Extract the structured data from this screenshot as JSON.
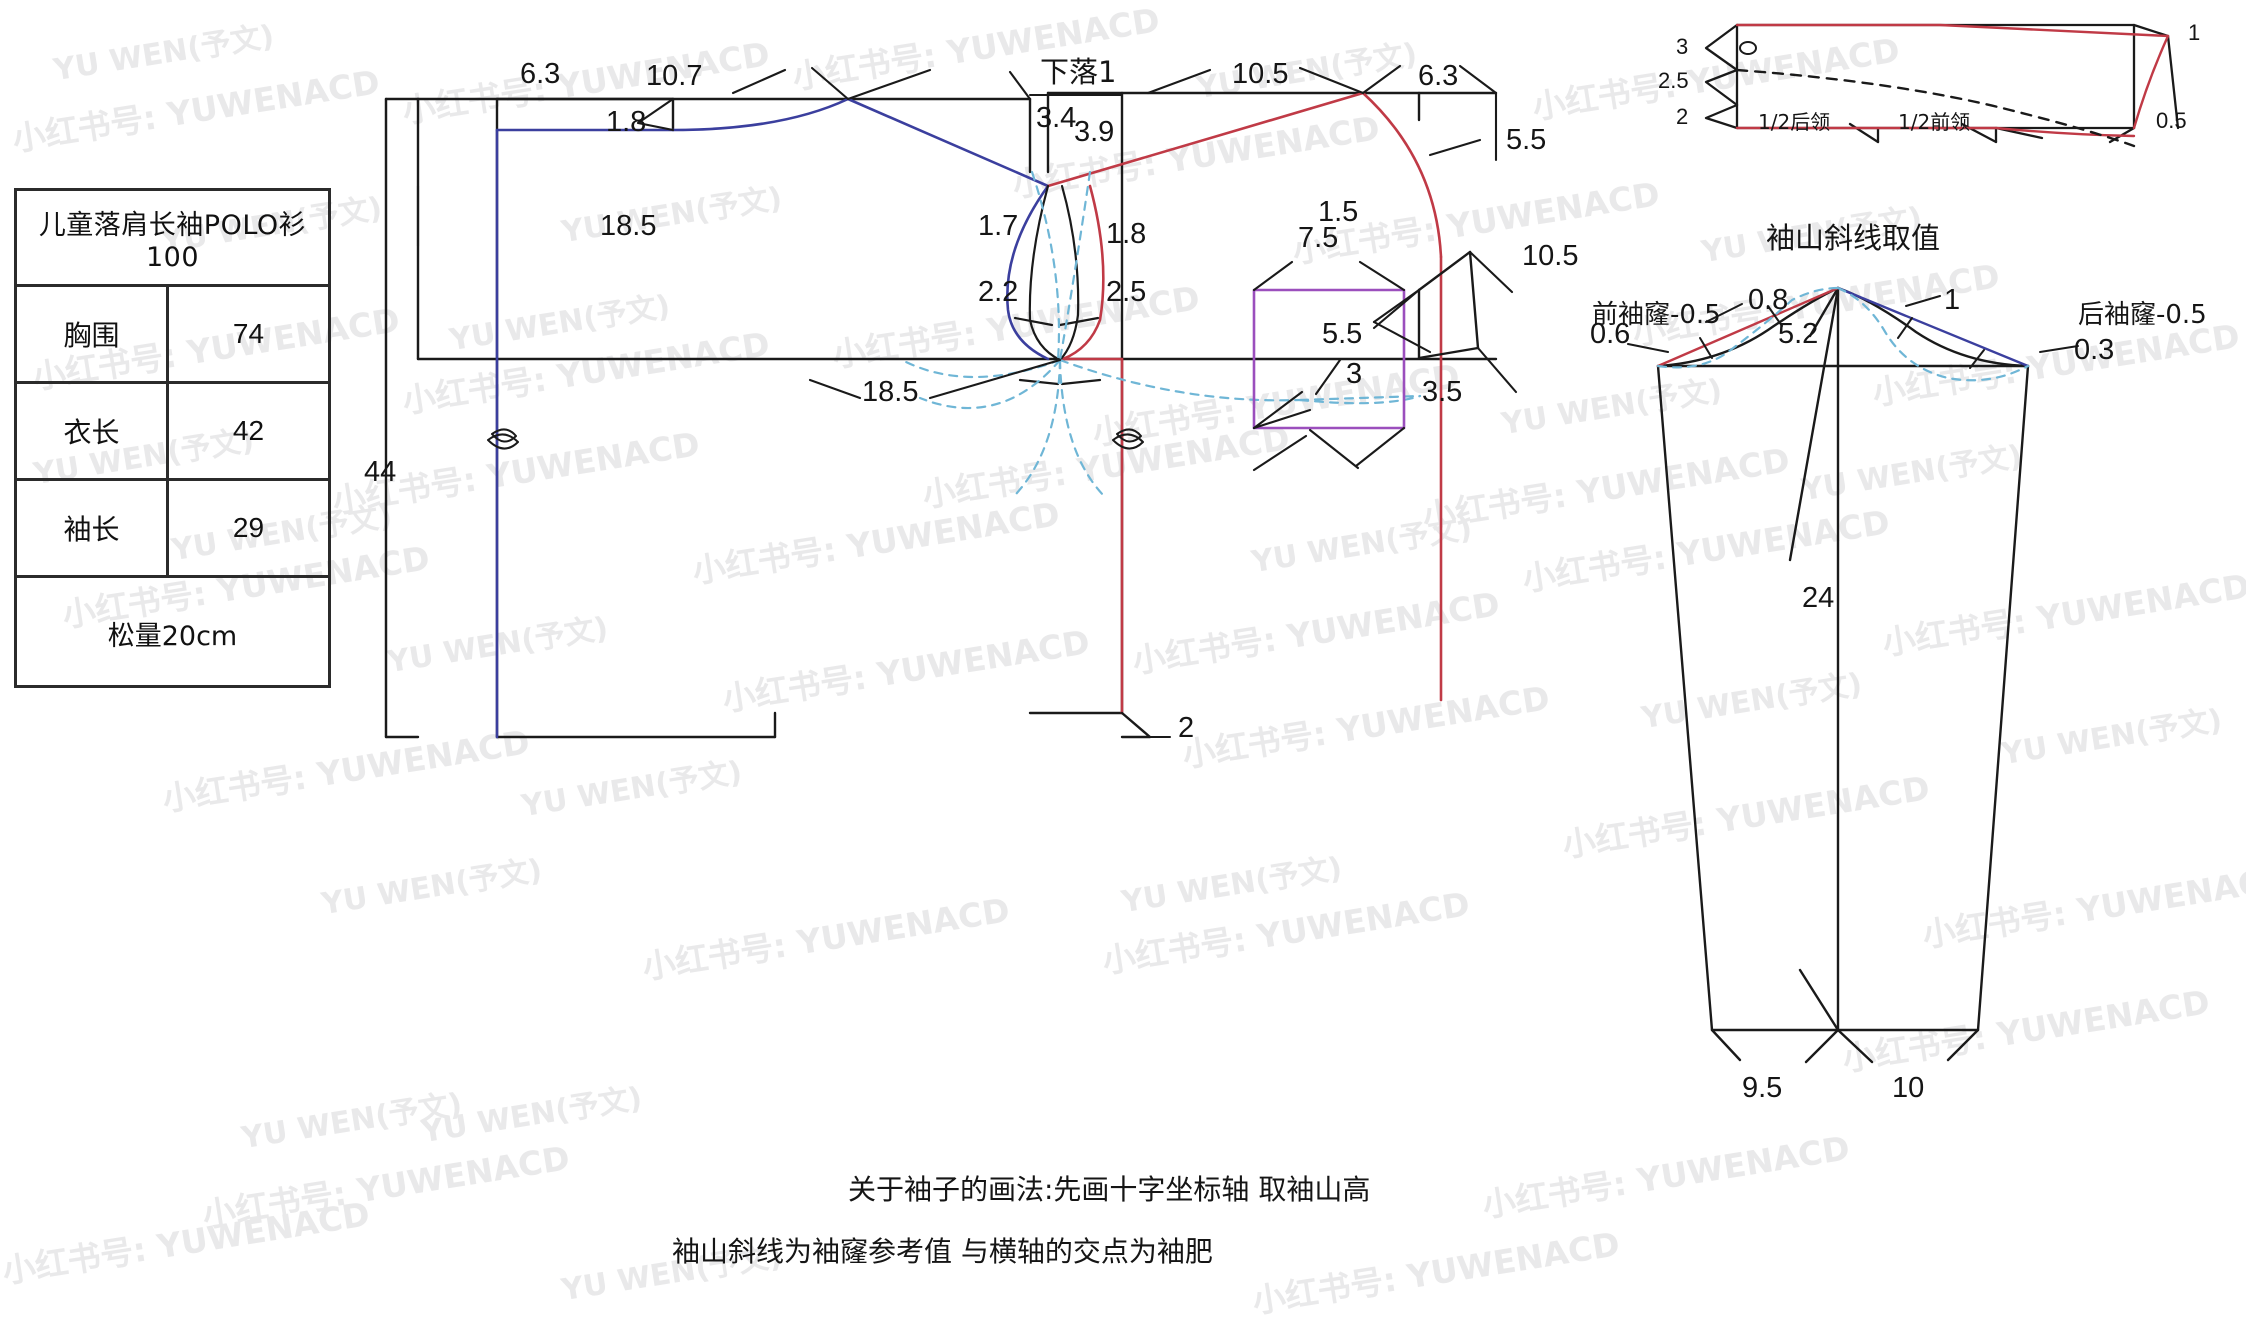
{
  "spec_table": {
    "title": "儿童落肩长袖POLO衫100",
    "rows": [
      {
        "name": "胸围",
        "value": "74"
      },
      {
        "name": "衣长",
        "value": "42"
      },
      {
        "name": "袖长",
        "value": "29"
      }
    ],
    "footer": "松量20cm"
  },
  "bodice": {
    "labels": {
      "back_shoulder": "6.3",
      "back_width": "10.7",
      "drop_note": "下落1",
      "front_width": "10.5",
      "front_shoulder": "6.3",
      "back_neck_drop": "1.8",
      "back_armhole_depth": "3.4",
      "front_armhole_depth": "3.9",
      "front_neck_drop": "5.5",
      "chest_depth": "18.5",
      "back_curve_1": "1.7",
      "back_curve_2": "2.2",
      "front_curve_1": "1.8",
      "front_curve_2": "2.5",
      "half_chest": "18.5",
      "body_length": "44",
      "hem_extend": "2",
      "placket_width": "7.5",
      "placket_height": "5.5",
      "placket_bottom": "3",
      "sleeve_cuff": "3.5",
      "sleeve_cap_offset": "1.5",
      "sleeve_length": "10.5"
    }
  },
  "collar": {
    "labels": {
      "back_collar_height": "3",
      "stand_height": "2.5",
      "front_point": "2",
      "half_back_neck": "1/2后领",
      "half_front_neck": "1/2前领",
      "tip_rise": "1",
      "front_drop": "0.5"
    }
  },
  "sleeve": {
    "title": "袖山斜线取值",
    "labels": {
      "front_armhole": "前袖窿-0.5",
      "back_armhole": "后袖窿-0.5",
      "front_ease_1": "0.8",
      "front_ease_2": "0.6",
      "back_ease_1": "1",
      "back_ease_2": "0.3",
      "cap_height": "5.2",
      "sleeve_length": "24",
      "front_hem": "9.5",
      "back_hem": "10"
    }
  },
  "notes": {
    "line1": "关于袖子的画法:先画十字坐标轴  取袖山高",
    "line2": "袖山斜线为袖窿参考值  与横轴的交点为袖肥"
  },
  "watermarks": {
    "brand_en": "YU WEN(予文)",
    "brand_cn": "小红书号: YUWENACD"
  },
  "colors": {
    "line_black": "#1a1a1a",
    "line_blue": "#3b3f9e",
    "line_red": "#c03a46",
    "line_purple": "#9b4fbd",
    "line_dashed_blue": "#6fb6d6",
    "watermark": "#e9e9ea"
  }
}
